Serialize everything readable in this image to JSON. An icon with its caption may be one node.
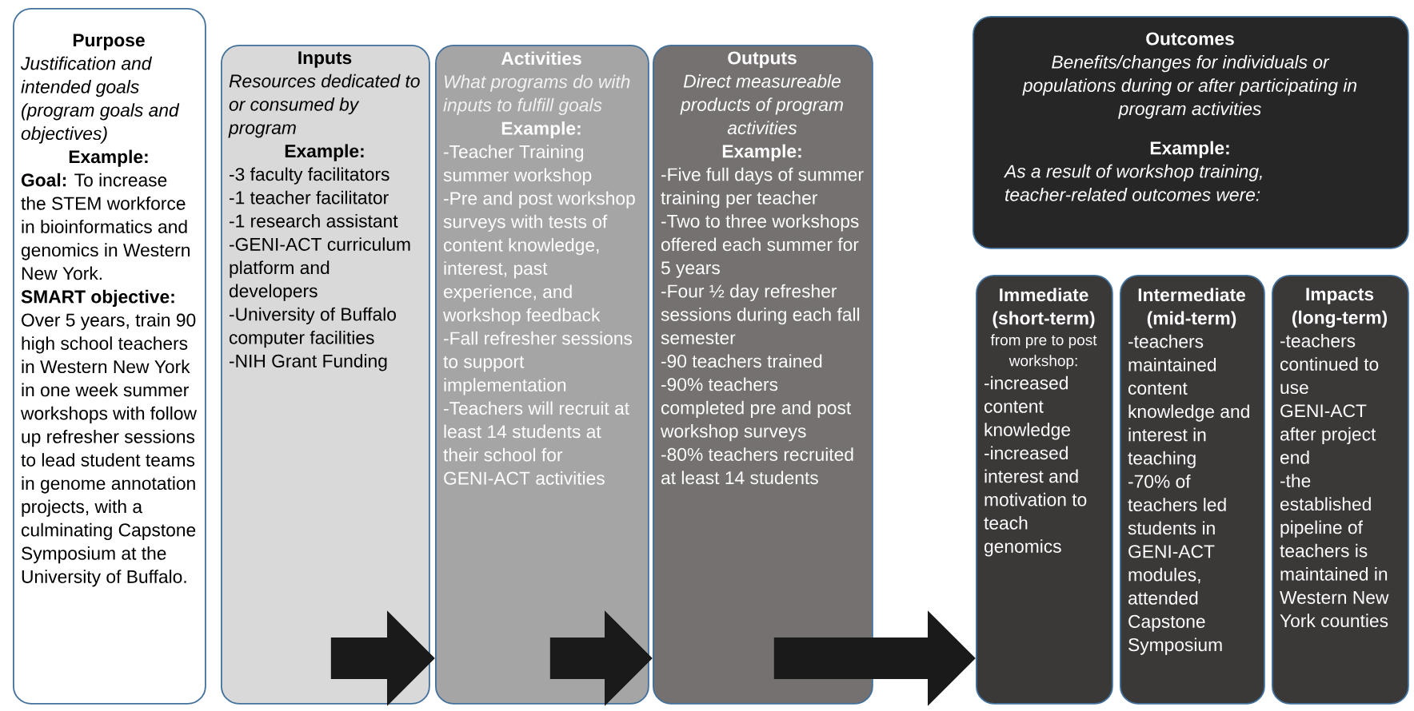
{
  "diagram": {
    "nodes": [
      {
        "text": [
          "Purpose",
          "Justification and intended goals (program goals and objectives)",
          "Example:",
          "**Goal:** To increase the STEM workforce in bioinformatics and genomics in Western New York.",
          "**SMART objective:** Over 5 years, train 90 high school teachers in Western New York in one week summer workshops with follow up refresher sessions to lead student teams in genome annotation projects, with a culminating Capstone Symposium at the University of Buffalo."
        ]
      },
      {
        "text": [
          "Inputs",
          "Resources dedicated to or consumed by program",
          "Example:",
          "-3 faculty facilitators",
          "-1 teacher facilitator",
          "-1 research assistant",
          "-GENI-ACT curriculum platform and developers",
          "-University of Buffalo computer facilities",
          "-NIH Grant Funding"
        ]
      },
      {
        "text": [
          "Activities",
          "What programs do with inputs to fulfill goals",
          "Example:",
          "-Teacher Training summer workshop",
          "-Pre and post workshop surveys with tests of content knowledge, interest, past experience, and workshop feedback",
          "-Fall refresher sessions to support implementation",
          "-Teachers will recruit at least 14 students at their school for GENI-ACT activities"
        ]
      },
      {
        "text": [
          "Outputs",
          "Direct measureable products of program activities",
          "Example:",
          "-Five full days of summer training per teacher",
          "-Two to three workshops offered each summer for 5 years",
          "-Four ½ day refresher sessions during each fall semester",
          "-90 teachers trained",
          "-90% teachers completed pre and post workshop surveys",
          "-80% teachers recruited at least 14 students"
        ]
      },
      {
        "text": [
          "Outcomes",
          "Benefits/changes for individuals or populations during or after participating in program activities",
          "Example:",
          "As a result of workshop training, teacher-related outcomes were:"
        ]
      },
      {
        "text": [
          "Immediate (short-term)",
          "from pre to post workshop:",
          "-increased content knowledge",
          "-increased interest and motivation to teach genomics"
        ]
      },
      {
        "text": [
          "Intermediate (mid-term)",
          "-teachers maintained content knowledge and interest in teaching",
          "-70% of teachers led students in GENI-ACT modules, attended Capstone Symposium"
        ]
      },
      {
        "text": [
          "Impacts (long-term)",
          "-teachers continued to use GENI-ACT after project end",
          "-the established pipeline of teachers is maintained in Western New York counties"
        ]
      }
    ],
    "edges": [
      {
        "from": 1,
        "to": 2,
        "arrow": "to"
      },
      {
        "from": 2,
        "to": 3,
        "arrow": "to"
      },
      {
        "from": 3,
        "to": 5,
        "arrow": "to"
      }
    ]
  }
}
